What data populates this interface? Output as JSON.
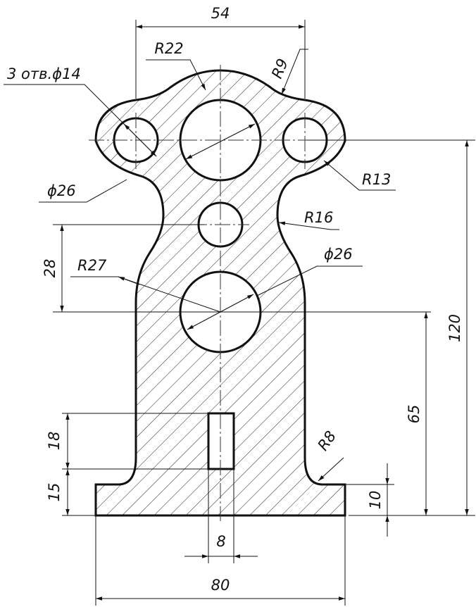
{
  "drawing": {
    "labels": {
      "width_54": "54",
      "r22": "R22",
      "r9": "R9",
      "holes_3x14": "3 отв.ϕ14",
      "d26_top": "ϕ26",
      "r13": "R13",
      "r16": "R16",
      "d26_mid": "ϕ26",
      "r27": "R27",
      "dim_28": "28",
      "dim_120": "120",
      "dim_65": "65",
      "dim_18": "18",
      "dim_15": "15",
      "r8": "R8",
      "dim_10": "10",
      "dim_8": "8",
      "width_80": "80"
    }
  }
}
